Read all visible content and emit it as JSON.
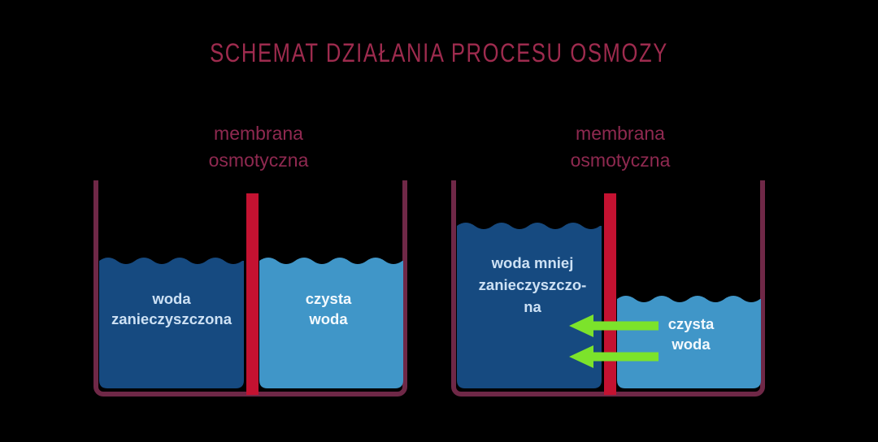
{
  "title": "SCHEMAT DZIAŁANIA PROCESU OSMOZY",
  "panels": {
    "left": {
      "membrane_label": "membrana\nosmotyczna",
      "dirty_water_label": "woda\nzanieczyszczona",
      "clean_water_label": "czysta\nwoda"
    },
    "right": {
      "membrane_label": "membrana\nosmotyczna",
      "dirty_water_label": "woda mniej\nzanieczyszczo-\nna",
      "clean_water_label": "czysta\nwoda",
      "flow_direction": "left"
    }
  },
  "colors": {
    "background": "#000000",
    "title": "#9e2b4e",
    "membrane_label": "#8f2950",
    "tank_outline": "#6f2847",
    "membrane": "#c41231",
    "dirty_water": "#164a80",
    "clean_water": "#4096c8",
    "arrow": "#7ce32b",
    "label_on_dirty": "#cde1f4",
    "label_on_clean": "#f3f9fd"
  }
}
